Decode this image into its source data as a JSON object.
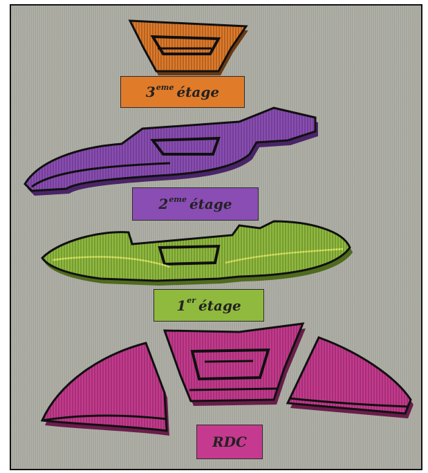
{
  "floors": [
    {
      "id": "3",
      "base": "3",
      "sup": "eme",
      "name": "étage",
      "color": "#e07b2a"
    },
    {
      "id": "2",
      "base": "2",
      "sup": "eme",
      "name": "étage",
      "color": "#8a4db3"
    },
    {
      "id": "1",
      "base": "1",
      "sup": "er",
      "name": "étage",
      "color": "#8fba3e"
    },
    {
      "id": "rdc",
      "base": "RDC",
      "sup": "",
      "name": "",
      "color": "#c53a8e"
    }
  ]
}
